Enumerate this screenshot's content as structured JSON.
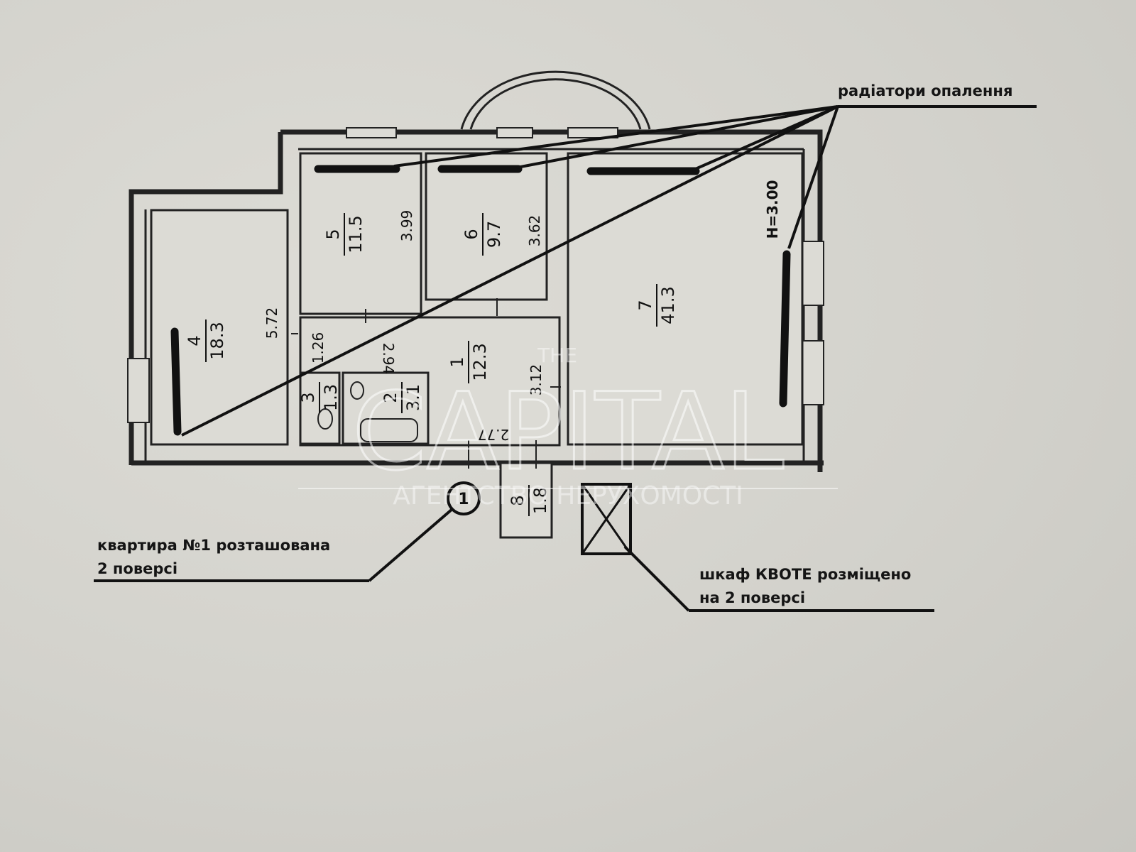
{
  "labels": {
    "radiators": "радіатори опалення",
    "apartment_line1": "квартира №1 розташована",
    "apartment_line2": "2 поверсі",
    "cabinet_line1": "шкаф КВОТЕ розміщено",
    "cabinet_line2": "на 2 поверсі",
    "ceiling_height": "H=3.00",
    "entrance_marker": "1"
  },
  "rooms": [
    {
      "number": "1",
      "area": "12.3"
    },
    {
      "number": "2",
      "area": "3.1"
    },
    {
      "number": "3",
      "area": "1.3"
    },
    {
      "number": "4",
      "area": "18.3"
    },
    {
      "number": "5",
      "area": "11.5"
    },
    {
      "number": "6",
      "area": "9.7"
    },
    {
      "number": "7",
      "area": "41.3"
    },
    {
      "number": "8",
      "area": "1.8"
    }
  ],
  "dimensions": {
    "d1": "5.72",
    "d2": "1.26",
    "d3": "2.94",
    "d4": "3.99",
    "d5": "3.62",
    "d6": "3.12",
    "d7": "2.77"
  },
  "watermark": {
    "top": "THE",
    "main": "CAPITAL",
    "sub": "АГЕНТСТВО НЕРУХОМОСТІ"
  },
  "colors": {
    "paper": "#d4d4cf",
    "ink": "#111111"
  }
}
